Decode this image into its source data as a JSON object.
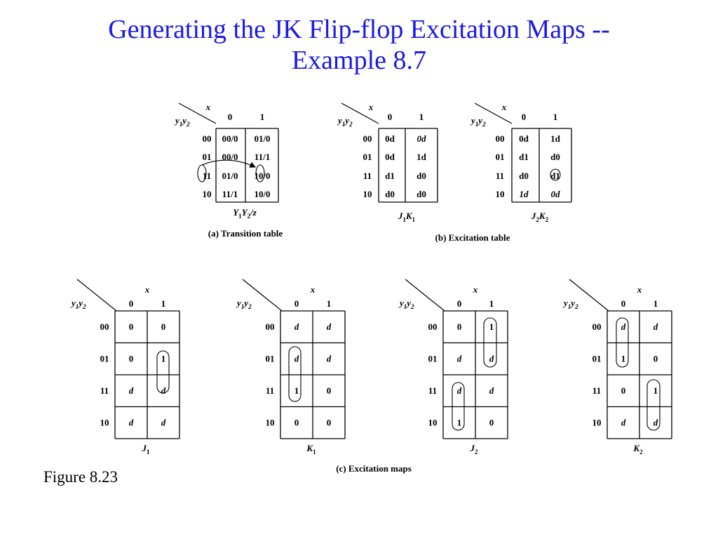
{
  "title": {
    "line1": "Generating the JK Flip-flop Excitation Maps --",
    "line2": "Example 8.7"
  },
  "figure_label": "Figure 8.23",
  "colors": {
    "title": "#1a1ae6",
    "ink": "#000000",
    "background": "#ffffff"
  },
  "row_labels": [
    "00",
    "01",
    "11",
    "10"
  ],
  "col_labels": [
    "0",
    "1"
  ],
  "var_x": "x",
  "var_y1": "y",
  "var_y2": "y",
  "sub_1": "1",
  "sub_2": "2",
  "tables": [
    {
      "id": "transition-table",
      "cells": [
        [
          "00/0",
          "01/0"
        ],
        [
          "00/0",
          "11/1"
        ],
        [
          "01/0",
          "10/0"
        ],
        [
          "11/1",
          "10/0"
        ]
      ],
      "italic": [],
      "caption_main": "Y",
      "caption_tail": "/z",
      "subcaption": "(a) Transition table"
    },
    {
      "id": "j1k1-table",
      "cells": [
        [
          "0d",
          "0d"
        ],
        [
          "0d",
          "1d"
        ],
        [
          "d1",
          "d0"
        ],
        [
          "d0",
          "d0"
        ]
      ],
      "italic": [
        [
          0,
          1
        ]
      ],
      "caption_a": "J",
      "caption_b": "K",
      "caption_sub": "1"
    },
    {
      "id": "j2k2-table",
      "cells": [
        [
          "0d",
          "1d"
        ],
        [
          "d1",
          "d0"
        ],
        [
          "d0",
          "d1"
        ],
        [
          "1d",
          "0d"
        ]
      ],
      "italic": [
        [
          3,
          0
        ],
        [
          3,
          1
        ]
      ],
      "caption_a": "J",
      "caption_b": "K",
      "caption_sub": "2"
    }
  ],
  "excitation_table_caption": "(b) Excitation table",
  "maps": [
    {
      "id": "map-j1",
      "cells": [
        [
          "0",
          "0"
        ],
        [
          "0",
          "1"
        ],
        [
          "d",
          "d"
        ],
        [
          "d",
          "d"
        ]
      ],
      "label": "J",
      "label_sub": "1"
    },
    {
      "id": "map-k1",
      "cells": [
        [
          "d",
          "d"
        ],
        [
          "d",
          "d"
        ],
        [
          "1",
          "0"
        ],
        [
          "0",
          "0"
        ]
      ],
      "label": "K",
      "label_sub": "1"
    },
    {
      "id": "map-j2",
      "cells": [
        [
          "0",
          "1"
        ],
        [
          "d",
          "d"
        ],
        [
          "d",
          "d"
        ],
        [
          "1",
          "0"
        ]
      ],
      "label": "J",
      "label_sub": "2"
    },
    {
      "id": "map-k2",
      "cells": [
        [
          "d",
          "d"
        ],
        [
          "1",
          "0"
        ],
        [
          "0",
          "1"
        ],
        [
          "d",
          "d"
        ]
      ],
      "label": "K",
      "label_sub": "2"
    }
  ],
  "maps_caption": "(c) Excitation maps"
}
